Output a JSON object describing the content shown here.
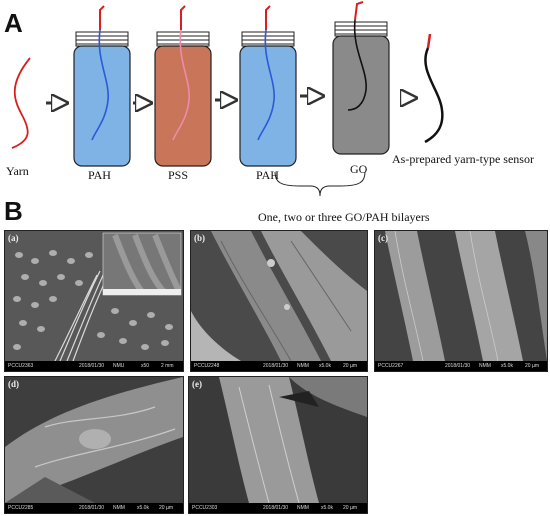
{
  "panel_a": {
    "letter": "A",
    "labels": {
      "yarn": "Yarn",
      "pah1": "PAH",
      "pss": "PSS",
      "pah2": "PAH",
      "go": "GO",
      "sensor": "As-prepared yarn-type sensor",
      "bilayers": "One, two or three GO/PAH bilayers"
    },
    "colors": {
      "yarn": "#d81e1e",
      "pah": "#7fb2e5",
      "pss": "#c8755a",
      "go": "#8a8a8a",
      "pah_yarn": "#2a5ad8",
      "pss_yarn": "#f08aa8",
      "go_yarn": "#111111"
    }
  },
  "panel_b": {
    "letter": "B",
    "images": [
      {
        "sub": "(a)",
        "id": "PCCU2363",
        "date": "2018/01/30",
        "inst": "NMU",
        "mag": "x50",
        "scale": "2 mm"
      },
      {
        "sub": "(b)",
        "id": "PCCU2248",
        "date": "2018/01/30",
        "inst": "NMM",
        "mag": "x5.0k",
        "scale": "20 µm"
      },
      {
        "sub": "(c)",
        "id": "PCCU2267",
        "date": "2018/01/30",
        "inst": "NMM",
        "mag": "x5.0k",
        "scale": "20 µm"
      },
      {
        "sub": "(d)",
        "id": "PCCU2285",
        "date": "2018/01/30",
        "inst": "NMM",
        "mag": "x5.0k",
        "scale": "20 µm"
      },
      {
        "sub": "(e)",
        "id": "PCCU2303",
        "date": "2018/01/30",
        "inst": "NMM",
        "mag": "x5.0k",
        "scale": "20 µm"
      }
    ]
  }
}
